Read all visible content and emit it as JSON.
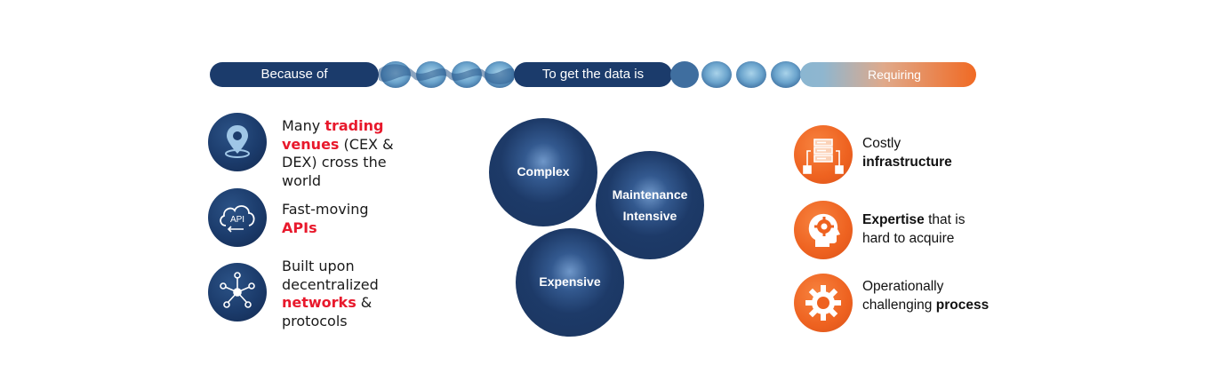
{
  "header": {
    "stage1": "Because of",
    "stage2": "To get the data is",
    "stage3": "Requiring"
  },
  "causes": [
    {
      "icon": "location-pin-icon",
      "pre": "Many ",
      "em1": "trading",
      "line2em": "venues",
      "line2": " (CEX &",
      "line3": "DEX) cross the",
      "line4": "world"
    },
    {
      "icon": "api-cloud-icon",
      "line1": "Fast-moving",
      "em": "APIs"
    },
    {
      "icon": "network-icon",
      "line1": "Built upon",
      "line2": "decentralized",
      "em": "networks",
      "post": " &",
      "line4": "protocols"
    }
  ],
  "bubbles": {
    "complex": "Complex",
    "maintenance_1": "Maintenance",
    "maintenance_2": "Intensive",
    "expensive": "Expensive"
  },
  "requirements": [
    {
      "icon": "server-infrastructure-icon",
      "line1": "Costly",
      "bold": "infrastructure"
    },
    {
      "icon": "head-gear-expertise-icon",
      "bold": "Expertise",
      "post": " that is",
      "line2": "hard to acquire"
    },
    {
      "icon": "gear-process-icon",
      "line1": "Operationally",
      "pre": "challenging ",
      "bold": "process"
    }
  ],
  "colors": {
    "navy": "#1b3b6b",
    "wave_light": "#7fb4d6",
    "orange": "#ee6220",
    "highlight_red": "#e8192c"
  }
}
